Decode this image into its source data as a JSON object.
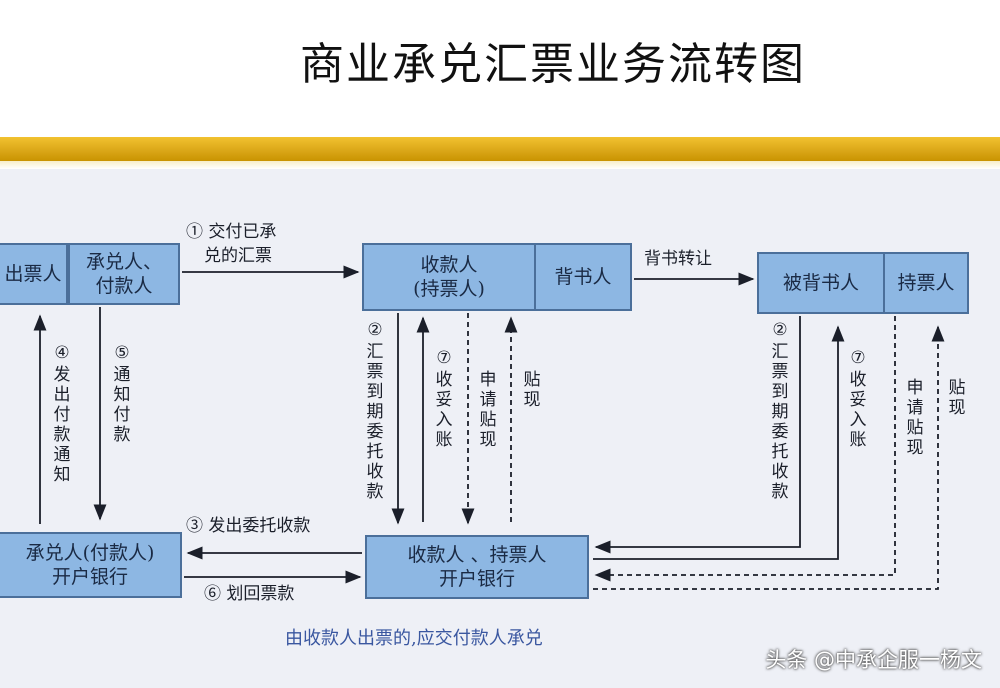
{
  "title": "商业承兑汇票业务流转图",
  "boxes": {
    "drawer": "出票人",
    "acceptor_line1": "承兑人、",
    "acceptor_line2": "付款人",
    "payee_line1": "收款人",
    "payee_line2": "(持票人)",
    "endorser": "背书人",
    "endorsee": "被背书人",
    "endorsee_holder": "持票人",
    "acceptor_bank_line1": "承兑人(付款人)",
    "acceptor_bank_line2": "开户银行",
    "payee_bank_line1": "收款人 、持票人",
    "payee_bank_line2": "开户银行"
  },
  "labels": {
    "step1_line1": "① 交付已承",
    "step1_line2": "兑的汇票",
    "endorse_transfer": "背书转让",
    "step4_num": "④",
    "step4_text": "发出付款通知",
    "step5_num": "⑤",
    "step5_text": "通知付款",
    "step2_num": "②",
    "step2_text": "汇票到期委托收款",
    "step7_num": "⑦",
    "step7_text": "收妥入账",
    "apply_discount": "申请贴现",
    "discount": "贴现",
    "step3": "③ 发出委托收款",
    "step6": "⑥ 划回票款"
  },
  "caption": "由收款人出票的,应交付款人承兑",
  "watermark": "头条 @中承企服一杨文",
  "colors": {
    "box_fill": "#8db7e3",
    "box_border": "#4b6f9a",
    "gold_bar": "#d9a516",
    "caption": "#3a57a0"
  }
}
